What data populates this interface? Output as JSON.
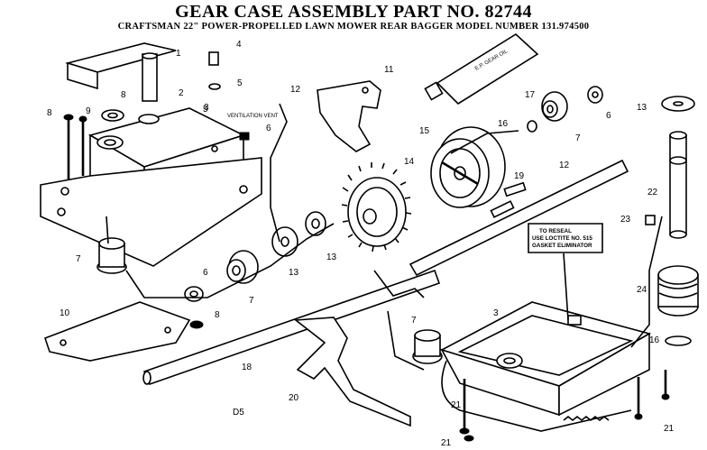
{
  "title": "GEAR CASE ASSEMBLY PART NO. 82744",
  "subtitle": "CRAFTSMAN 22\" POWER-PROPELLED LAWN MOWER REAR BAGGER MODEL NUMBER 131.974500",
  "annotations": {
    "oil_tube": "E.P. GEAR OIL",
    "vent": "VENTILATION VENT",
    "instruction_line1": "TO RESEAL",
    "instruction_line2": "USE LOCTITE  NO. 515",
    "instruction_line3": "GASKET ELIMINATOR",
    "corner_code": "D5"
  },
  "callouts": [
    "1",
    "2",
    "3",
    "4",
    "5",
    "6",
    "7",
    "8",
    "9",
    "10",
    "11",
    "12",
    "13",
    "14",
    "15",
    "16",
    "17",
    "18",
    "19",
    "20",
    "21",
    "22",
    "23",
    "24"
  ]
}
